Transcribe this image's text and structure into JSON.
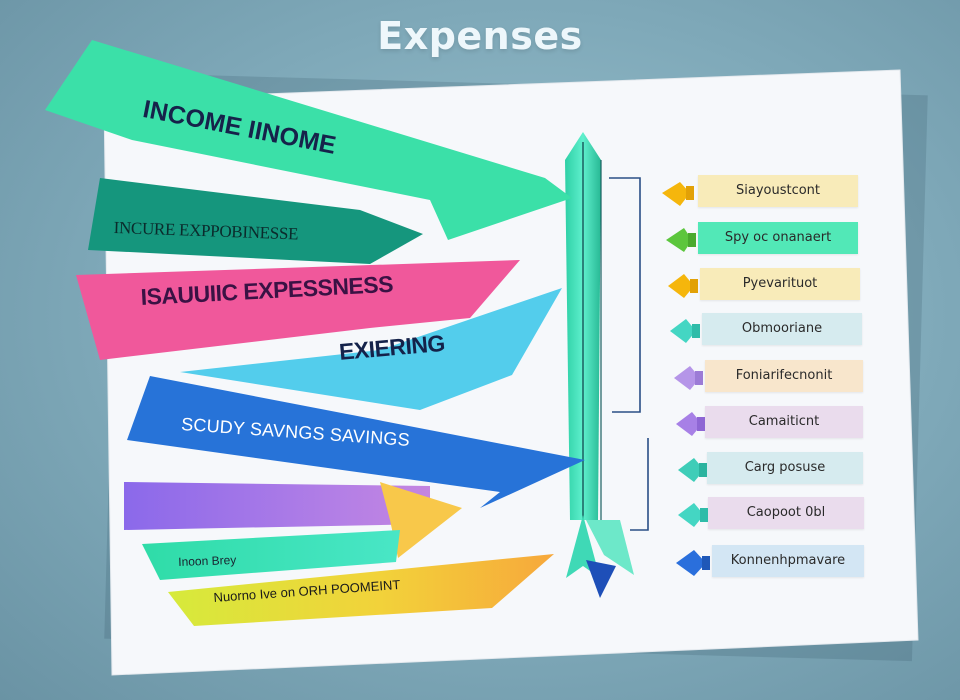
{
  "title": "Expenses",
  "arrows": [
    {
      "text": "INCOME  IINOME",
      "color": "#3be0a8"
    },
    {
      "text": "INCURE EXPPOBINESSE",
      "color": "#15967d"
    },
    {
      "text": "ISAUUIIC EXPESSNESS",
      "color": "#f0589b"
    },
    {
      "text": "EXIERING",
      "color": "#53cdec"
    },
    {
      "text": "SCUDY SAVNGS SAVINGS",
      "color": "#2773d8"
    },
    {
      "text": "Inoon Brey",
      "color": "#4fe9b3"
    },
    {
      "text": "Nuorno Ive on ORH POOMEINT",
      "color": "#f2d23a"
    }
  ],
  "tags": [
    {
      "text": "Siayoustcont",
      "bg": "#f8ebb9",
      "pin": "#f5b60c"
    },
    {
      "text": "Spy oc onanaert",
      "bg": "#52e8b7",
      "pin": "#5cc63d"
    },
    {
      "text": "Pyevarituot",
      "bg": "#f8ebb9",
      "pin": "#f5b60c"
    },
    {
      "text": "Obmooriane",
      "bg": "#d6ebef",
      "pin": "#44d6c3"
    },
    {
      "text": "Foniarifecnonit",
      "bg": "#f8e6cc",
      "pin": "#b595e8"
    },
    {
      "text": "Camaiticnt",
      "bg": "#eadced",
      "pin": "#a780e6"
    },
    {
      "text": "Carg posuse",
      "bg": "#d6ebef",
      "pin": "#3ecdb8"
    },
    {
      "text": "Caopoot 0bl",
      "bg": "#eadced",
      "pin": "#44d6c3"
    },
    {
      "text": "Konnenhpmavare",
      "bg": "#d3e6f4",
      "pin": "#2a6fdc"
    }
  ]
}
